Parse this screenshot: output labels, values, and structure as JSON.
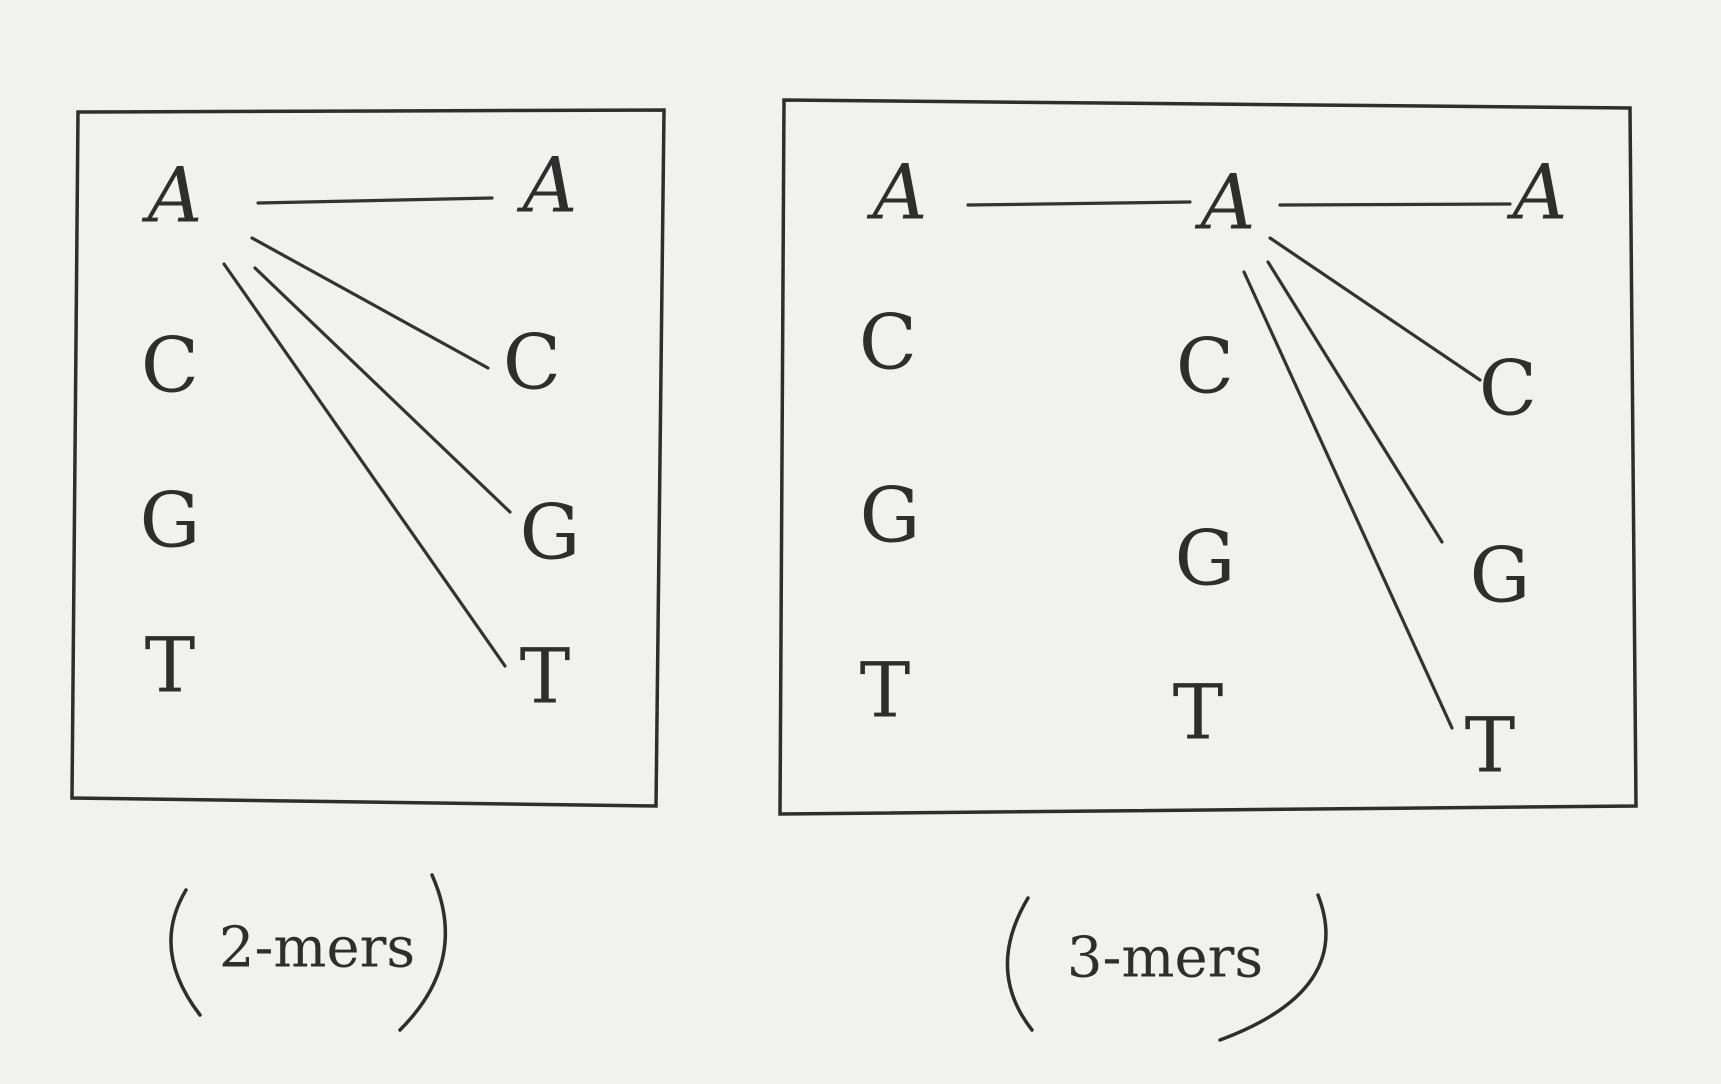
{
  "panels": [
    {
      "caption": "2-mers",
      "columns": [
        [
          "A",
          "C",
          "G",
          "T"
        ],
        [
          "A",
          "C",
          "G",
          "T"
        ]
      ]
    },
    {
      "caption": "3-mers",
      "columns": [
        [
          "A",
          "C",
          "G",
          "T"
        ],
        [
          "A",
          "C",
          "G",
          "T"
        ],
        [
          "A",
          "C",
          "G",
          "T"
        ]
      ]
    }
  ]
}
